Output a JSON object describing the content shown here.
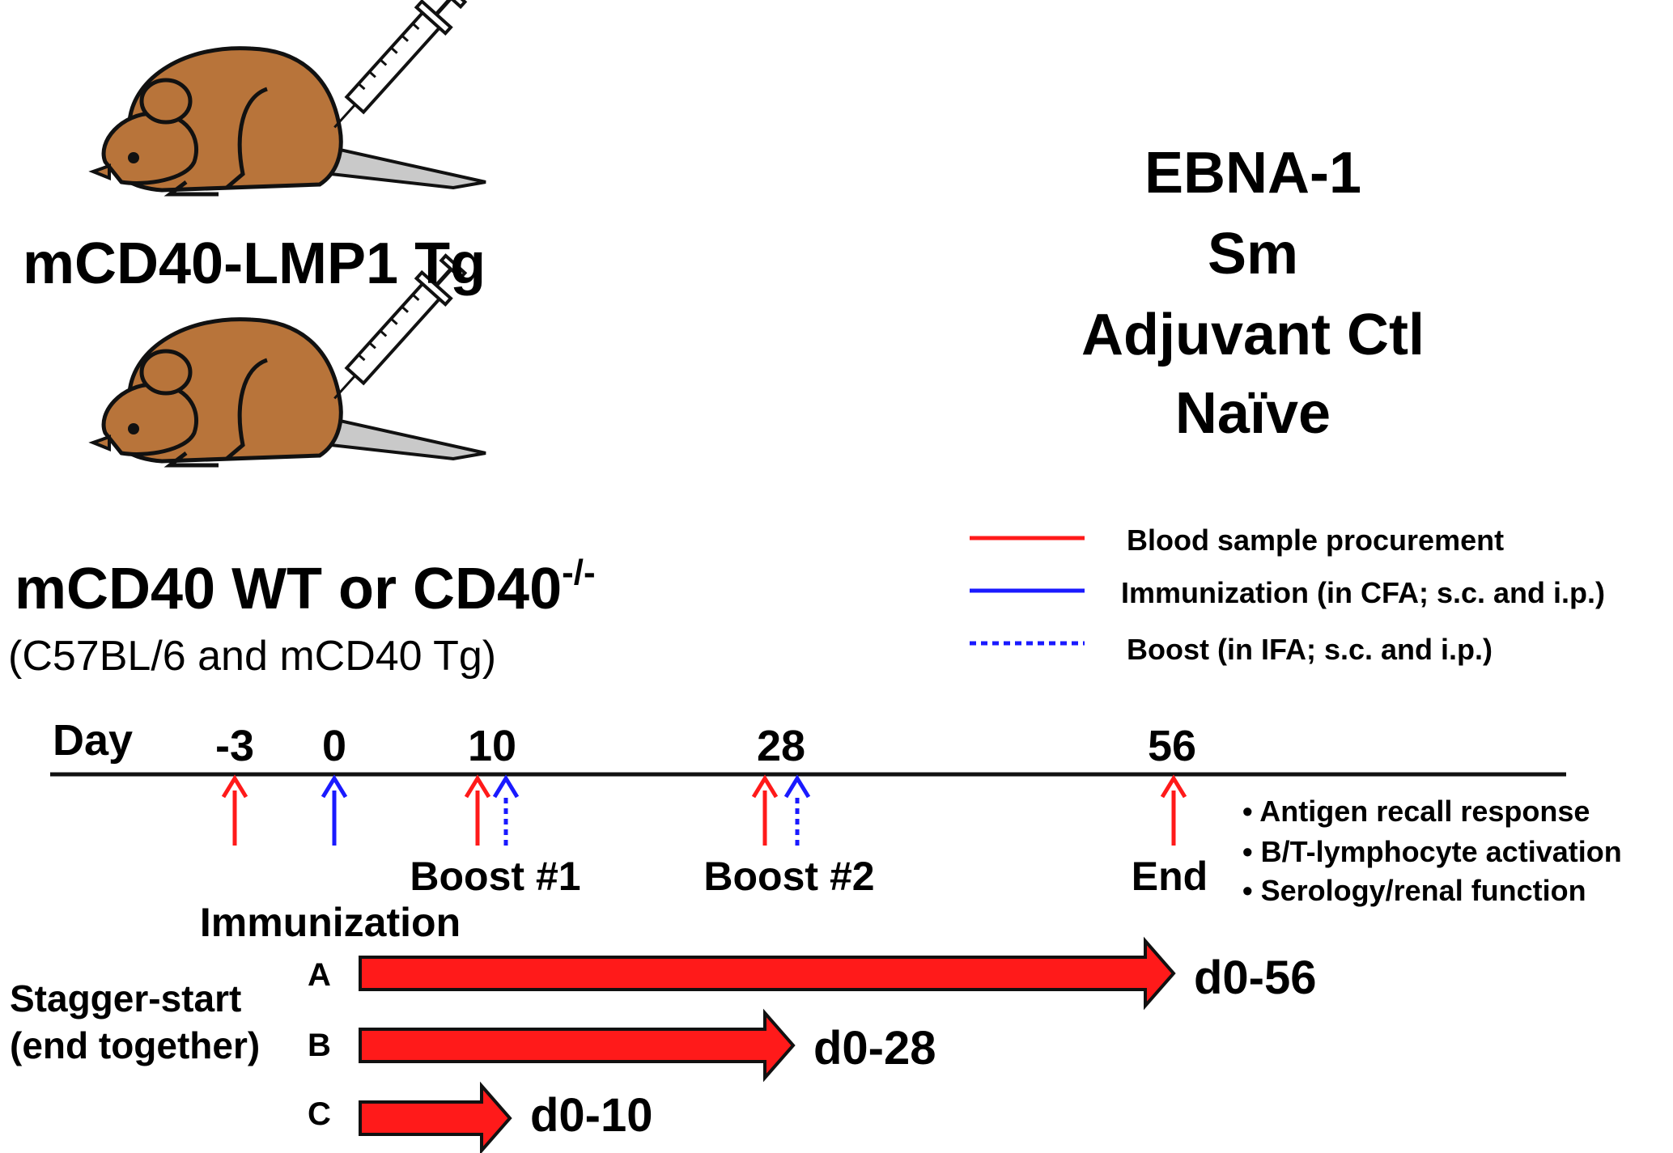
{
  "groups": {
    "tg_label": "mCD40-LMP1 Tg",
    "wt_label_main": "mCD40 WT or CD40",
    "wt_label_sup": "-/-",
    "wt_sublabel": "(C57BL/6 and mCD40 Tg)"
  },
  "treatments": [
    "EBNA-1",
    "Sm",
    "Adjuvant Ctl",
    "Naïve"
  ],
  "legend": [
    {
      "label": "Blood sample procurement",
      "color": "#ff1a1a",
      "style": "solid"
    },
    {
      "label": "Immunization (in CFA; s.c. and i.p.)",
      "color": "#1a1aff",
      "style": "solid"
    },
    {
      "label": "Boost (in IFA; s.c. and i.p.)",
      "color": "#1a1aff",
      "style": "dotted"
    }
  ],
  "timeline": {
    "axis_label": "Day",
    "ticks": [
      "-3",
      "0",
      "10",
      "28",
      "56"
    ],
    "events": {
      "boost1": "Boost #1",
      "boost2": "Boost #2",
      "end": "End",
      "immunization": "Immunization"
    }
  },
  "outcomes": [
    "• Antigen recall response",
    "• B/T-lymphocyte activation",
    "• Serology/renal function"
  ],
  "stagger": {
    "label_line1": "Stagger-start",
    "label_line2": "(end together)",
    "arms": [
      {
        "letter": "A",
        "range": "d0-56"
      },
      {
        "letter": "B",
        "range": "d0-28"
      },
      {
        "letter": "C",
        "range": "d0-10"
      }
    ]
  },
  "colors": {
    "red": "#ff1a1a",
    "blue": "#1a1aff",
    "mouse": "#b8743a",
    "arrow_fill": "#ff1a1a"
  }
}
